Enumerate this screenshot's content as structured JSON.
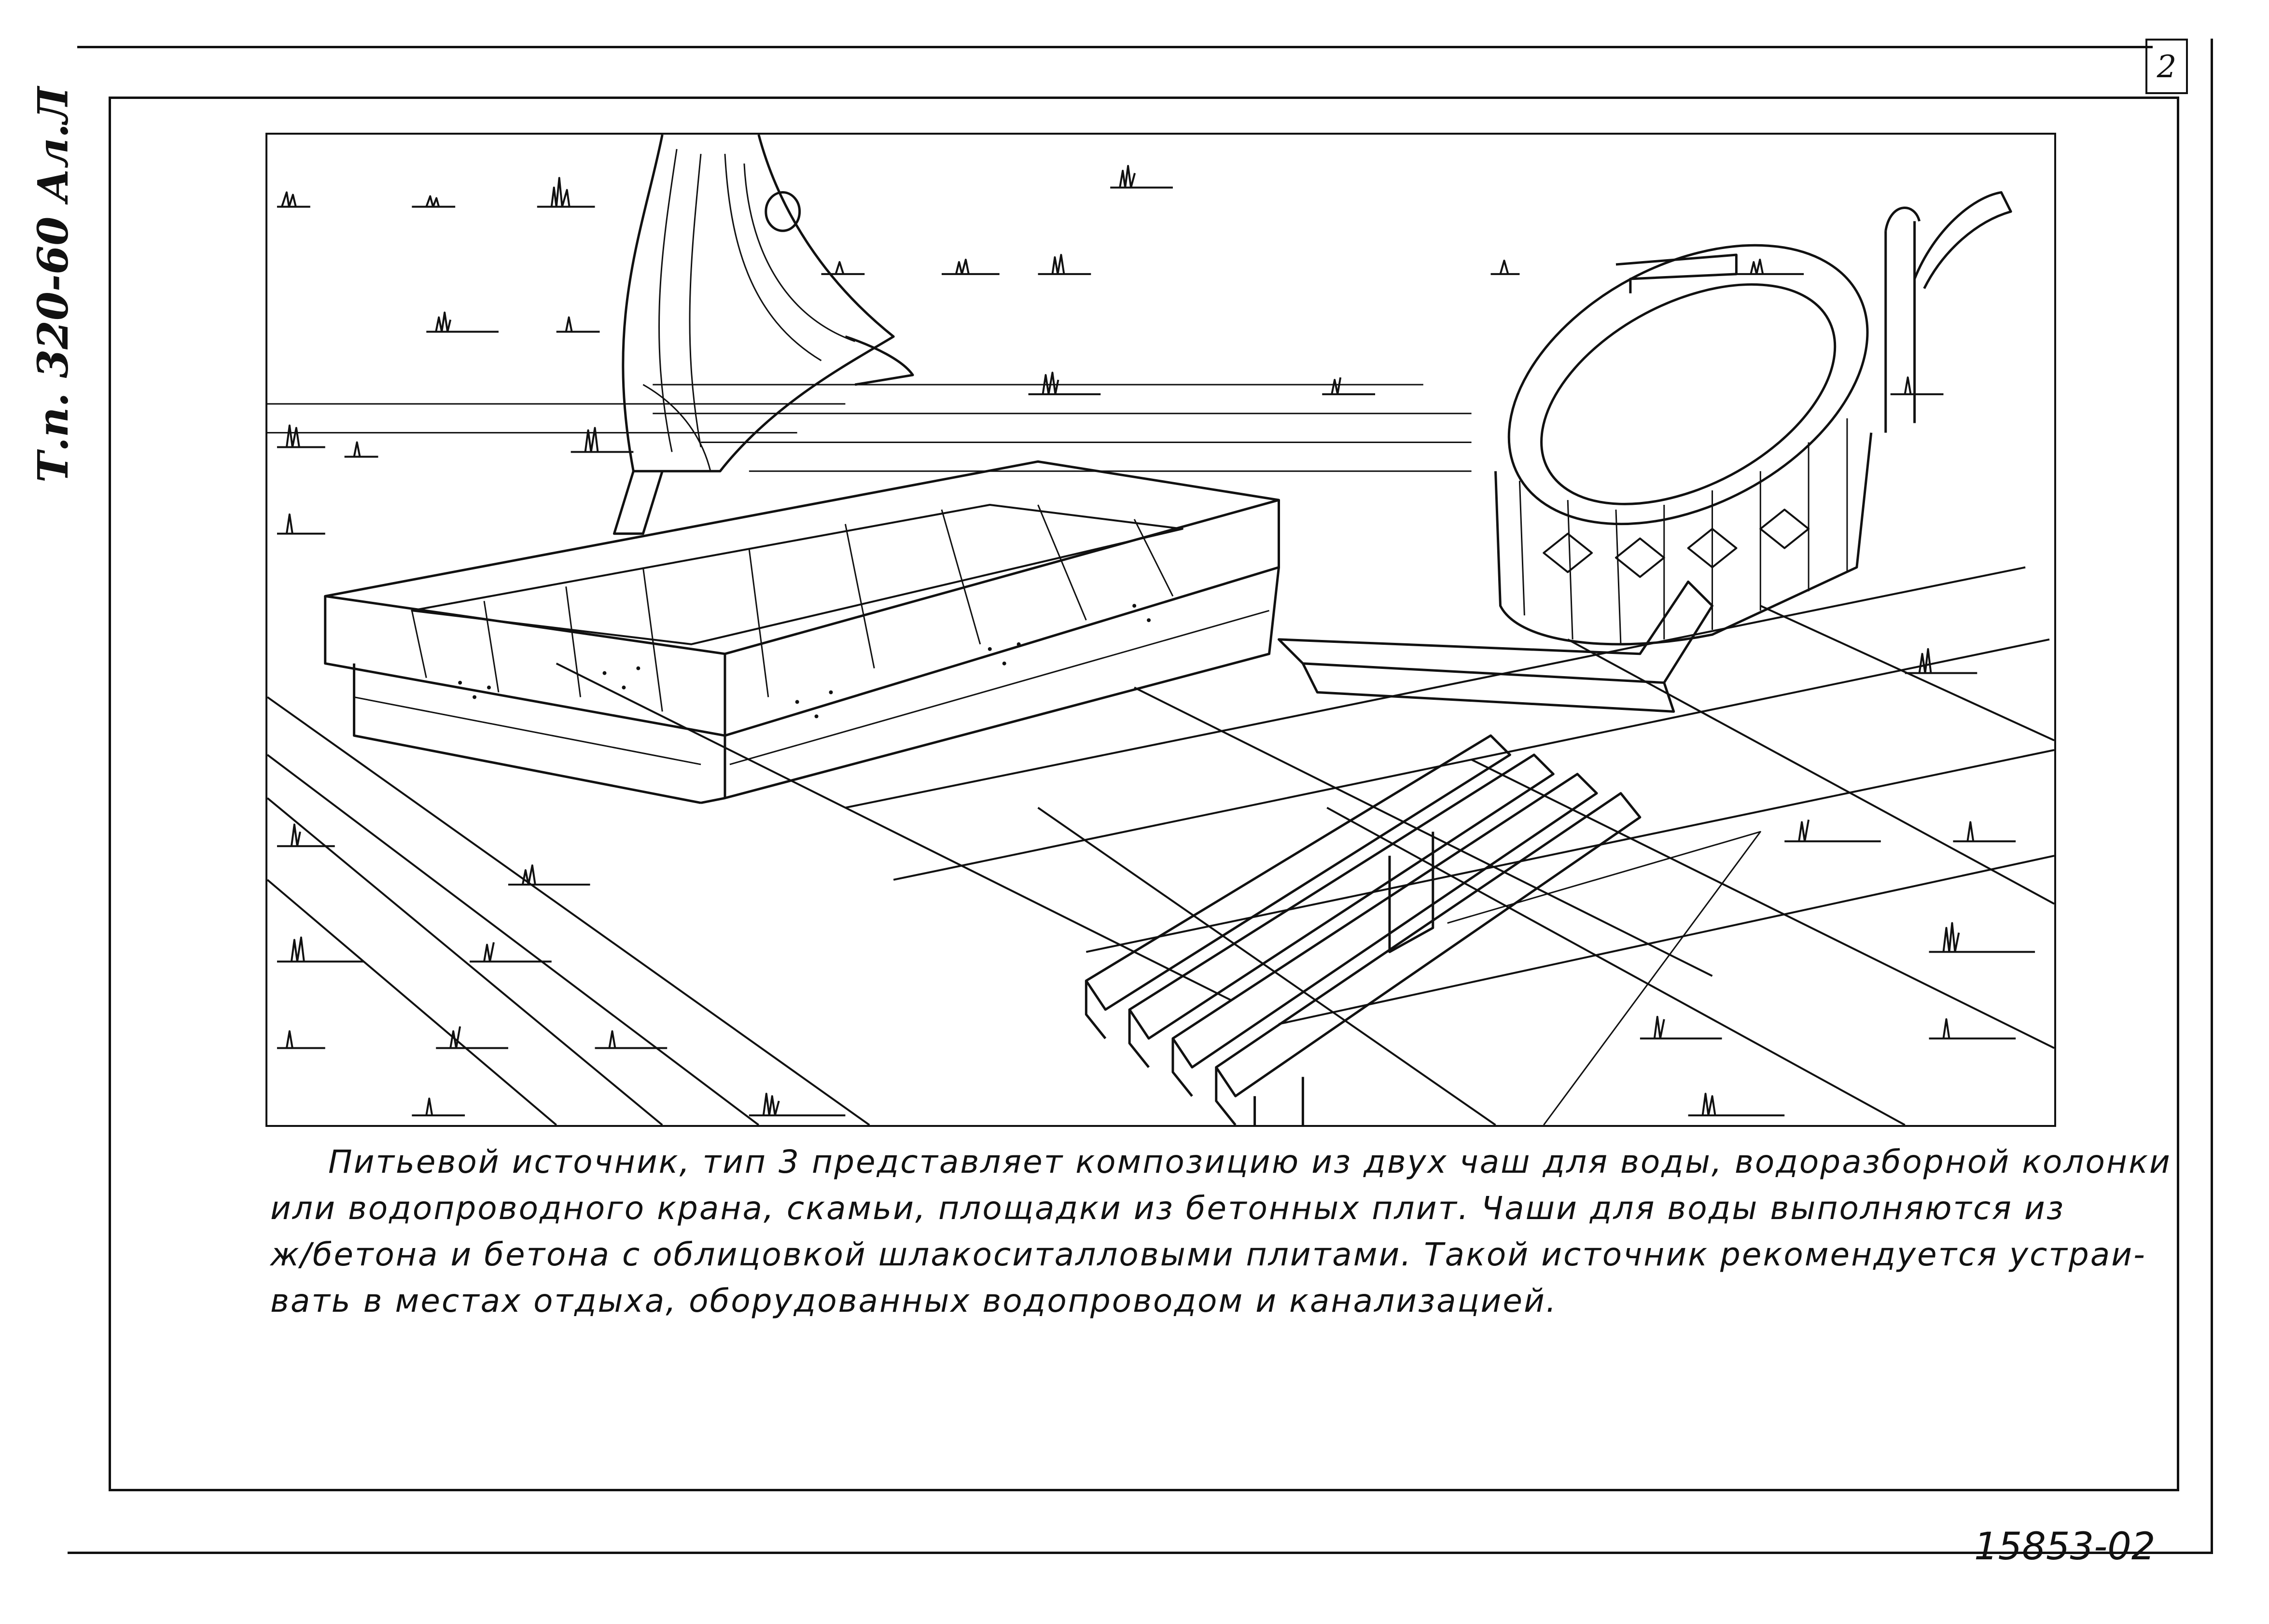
{
  "sheet": {
    "page_number": "2",
    "side_code": "Т.п. 320-60 Ал.Л",
    "bottom_code": "15853-02"
  },
  "caption": {
    "lines": [
      "Питьевой источник, тип 3   представляет   композицию  из двух  чаш  для  воды,  водоразборной  колонки",
      "или  водопроводного  крана,  скамьи,  площадки  из бетонных   плит.  Чаши  для  воды  выполняются  из",
      "ж/бетона   и бетона  с облицовкой   шлакоситалловыми  плитами.  Такой  источник  рекомендуется  устраи-",
      "вать    в местах  отдыха, оборудованных  водопроводом  и  канализацией."
    ]
  }
}
